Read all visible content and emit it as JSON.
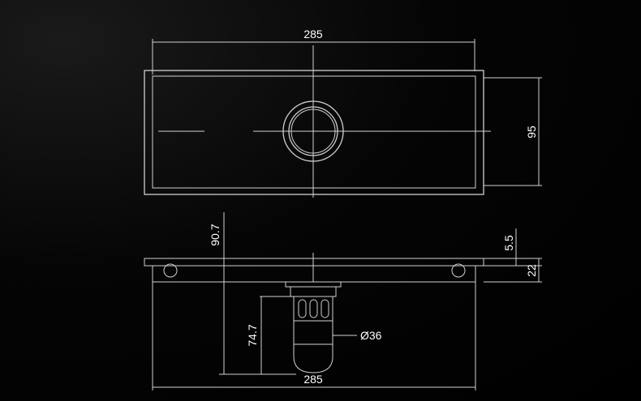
{
  "top_view": {
    "width_label": "285",
    "height_label": "95"
  },
  "side_view": {
    "height_label": "90.7",
    "thickness_label": "5.5",
    "frame_depth_label": "22",
    "pipe_length_label": "74.7",
    "pipe_diameter_label": "Ø36",
    "width_label": "285"
  },
  "colors": {
    "line": "#d0d0d0",
    "text": "#ffffff",
    "background": "#000000"
  }
}
